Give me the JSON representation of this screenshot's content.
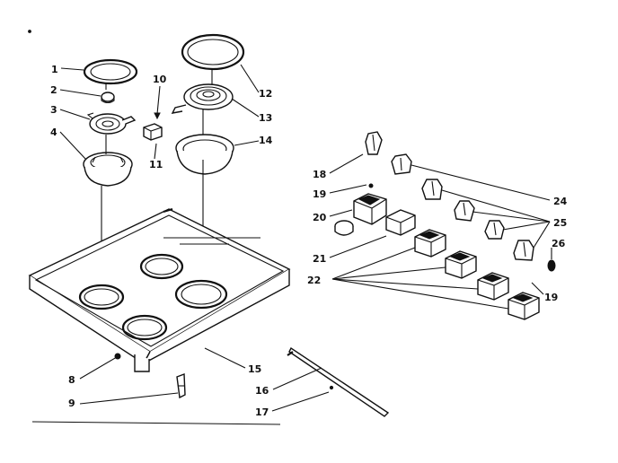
{
  "labels": {
    "l1": "1",
    "l2": "2",
    "l3": "3",
    "l4": "4",
    "l8": "8",
    "l9": "9",
    "l10": "10",
    "l11": "11",
    "l12": "12",
    "l13": "13",
    "l14": "14",
    "l15": "15",
    "l16": "16",
    "l17": "17",
    "l18": "18",
    "l19a": "19",
    "l19b": "19",
    "l20": "20",
    "l21": "21",
    "l22": "22",
    "l24": "24",
    "l25": "25",
    "l26": "26"
  }
}
